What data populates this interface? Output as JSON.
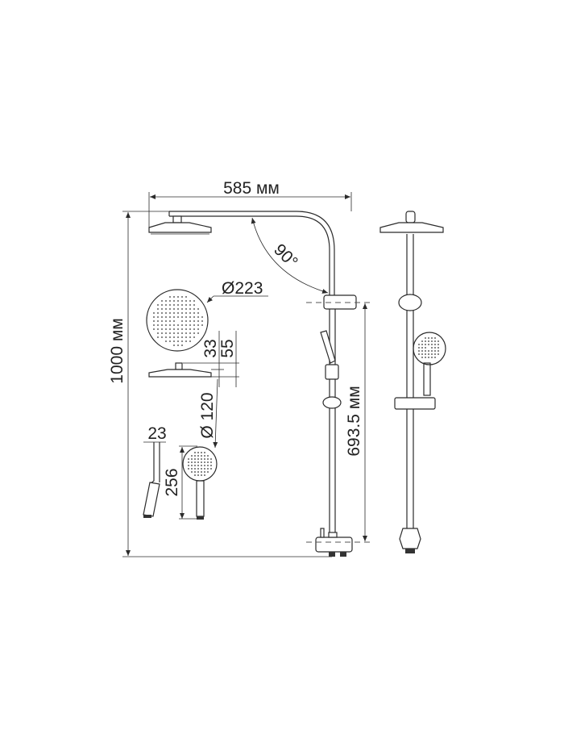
{
  "dimensions": {
    "width_total": "585 мм",
    "height_total": "1000 мм",
    "bar_height": "693.5 мм",
    "arm_angle": "90°",
    "overhead_diameter": "Ø223",
    "overhead_thickness": "33",
    "overhead_height": "55",
    "hand_diameter": "Ø 120",
    "hand_length": "256",
    "hand_width": "23"
  },
  "colors": {
    "line": "#2b2b2b",
    "background": "#ffffff"
  }
}
